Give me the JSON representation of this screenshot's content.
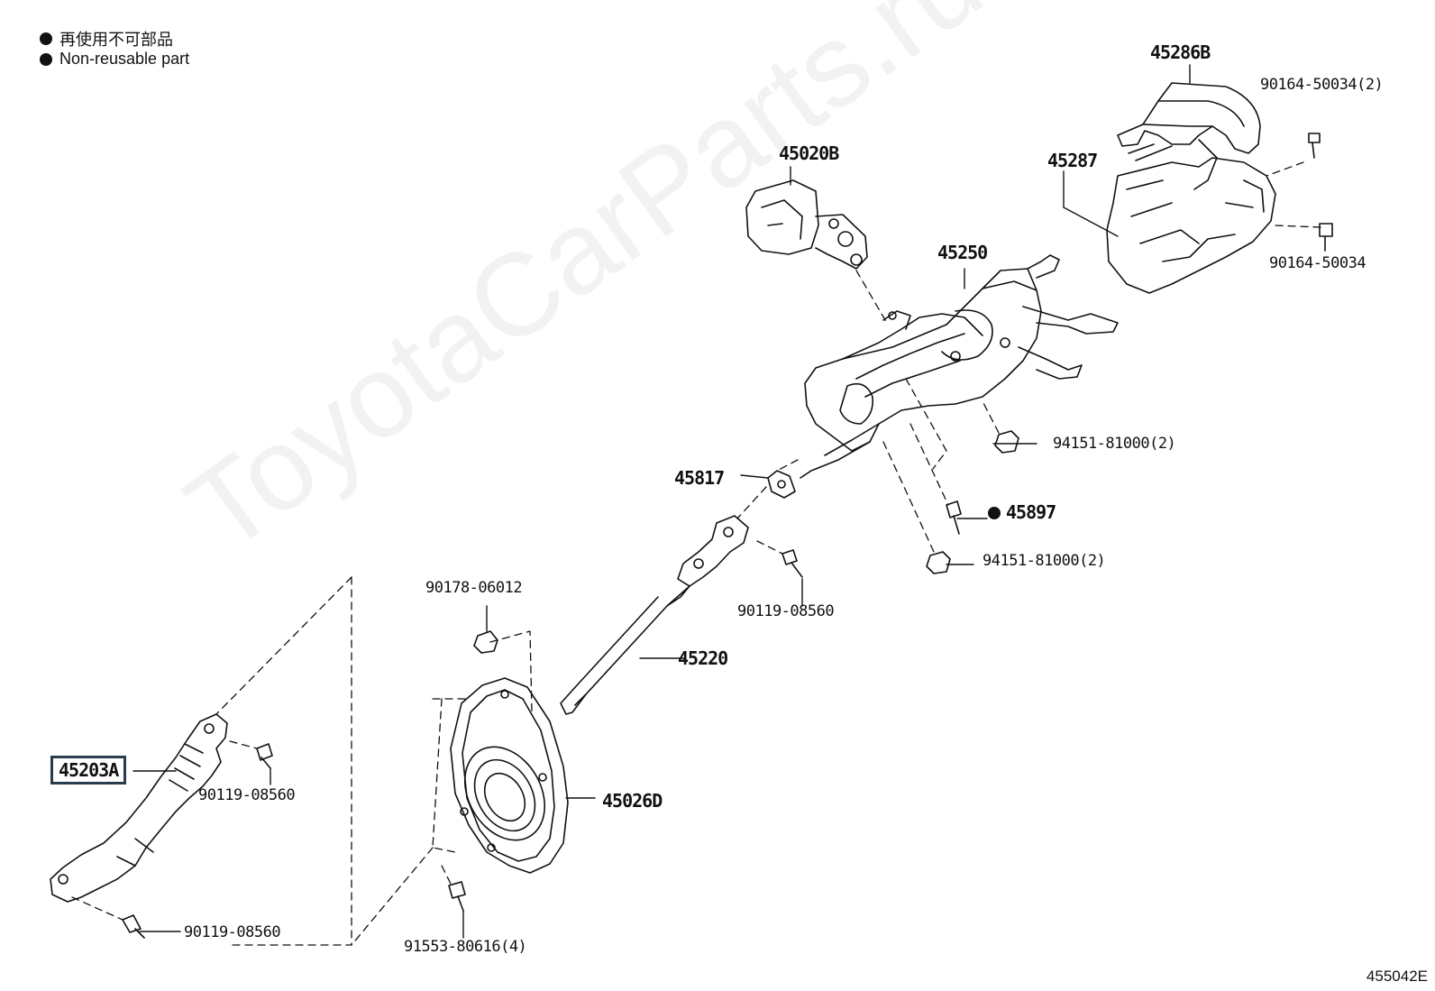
{
  "legend": {
    "cn": "再使用不可部品",
    "en": "Non-reusable part"
  },
  "figure_id": "455042E",
  "watermark": "ToyotaCarParts.ru",
  "labels": {
    "p45286B": "45286B",
    "p90164_50034_2": "90164-50034(2)",
    "p45287": "45287",
    "p90164_50034": "90164-50034",
    "p45020B": "45020B",
    "p45250": "45250",
    "p94151_81000_a": "94151-81000(2)",
    "p45817": "45817",
    "p45897": "45897",
    "p94151_81000_b": "94151-81000(2)",
    "p90178_06012": "90178-06012",
    "p90119_08560_a": "90119-08560",
    "p45220": "45220",
    "p45203A": "45203A",
    "p90119_08560_b": "90119-08560",
    "p45026D": "45026D",
    "p90119_08560_c": "90119-08560",
    "p91553_80616": "91553-80616(4)"
  }
}
